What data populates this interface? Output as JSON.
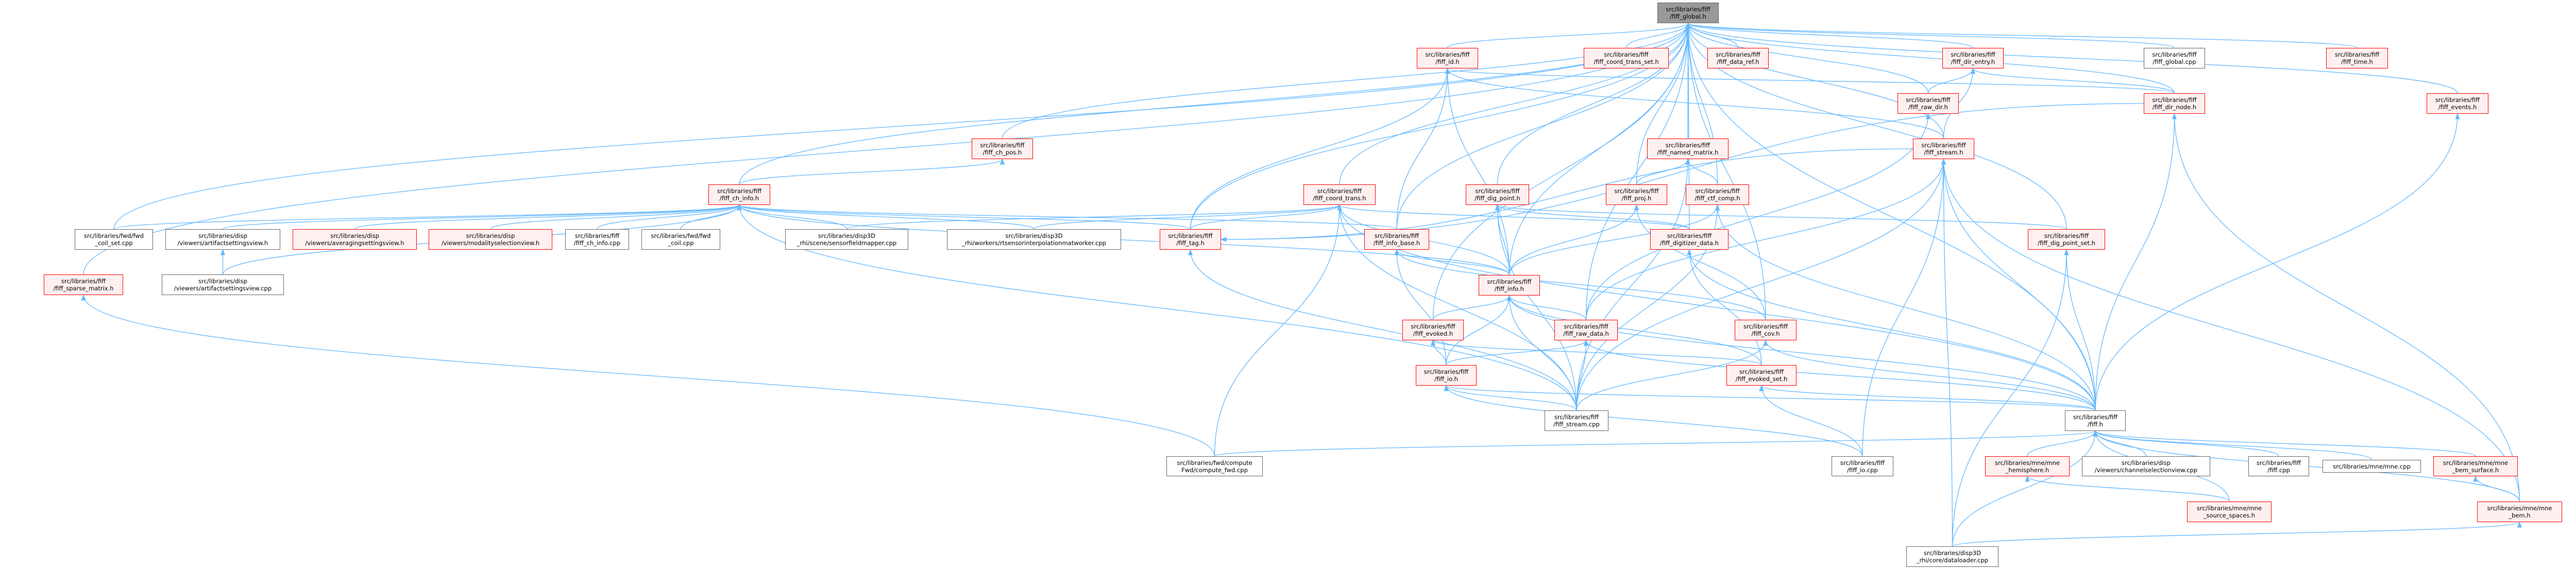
{
  "colors": {
    "edge": "#63b8ff",
    "red_border": "#ff0000",
    "red_fill": "#fff0f0",
    "root_fill": "#999999",
    "plain_border": "#666666"
  },
  "graph": {
    "nodes": [
      {
        "id": "global",
        "label": "src/libraries/fiff\n/fiff_global.h",
        "style": "root"
      },
      {
        "id": "id",
        "label": "src/libraries/fiff\n/fiff_id.h",
        "style": "red"
      },
      {
        "id": "coord_trans_set",
        "label": "src/libraries/fiff\n/fiff_coord_trans_set.h",
        "style": "red"
      },
      {
        "id": "data_ref",
        "label": "src/libraries/fiff\n/fiff_data_ref.h",
        "style": "red"
      },
      {
        "id": "dir_entry",
        "label": "src/libraries/fiff\n/fiff_dir_entry.h",
        "style": "red"
      },
      {
        "id": "global_cpp",
        "label": "src/libraries/fiff\n/fiff_global.cpp",
        "style": "plain"
      },
      {
        "id": "time",
        "label": "src/libraries/fiff\n/fiff_time.h",
        "style": "red"
      },
      {
        "id": "raw_dir",
        "label": "src/libraries/fiff\n/fiff_raw_dir.h",
        "style": "red"
      },
      {
        "id": "dir_node",
        "label": "src/libraries/fiff\n/fiff_dir_node.h",
        "style": "red"
      },
      {
        "id": "events",
        "label": "src/libraries/fiff\n/fiff_events.h",
        "style": "red"
      },
      {
        "id": "ch_pos",
        "label": "src/libraries/fiff\n/fiff_ch_pos.h",
        "style": "red"
      },
      {
        "id": "named_matrix",
        "label": "src/libraries/fiff\n/fiff_named_matrix.h",
        "style": "red"
      },
      {
        "id": "stream_h",
        "label": "src/libraries/fiff\n/fiff_stream.h",
        "style": "red"
      },
      {
        "id": "ch_info",
        "label": "src/libraries/fiff\n/fiff_ch_info.h",
        "style": "red"
      },
      {
        "id": "coord_trans",
        "label": "src/libraries/fiff\n/fiff_coord_trans.h",
        "style": "red"
      },
      {
        "id": "dig_point",
        "label": "src/libraries/fiff\n/fiff_dig_point.h",
        "style": "red"
      },
      {
        "id": "proj",
        "label": "src/libraries/fiff\n/fiff_proj.h",
        "style": "red"
      },
      {
        "id": "ctf_comp",
        "label": "src/libraries/fiff\n/fiff_ctf_comp.h",
        "style": "red"
      },
      {
        "id": "fwd_coil_set",
        "label": "src/libraries/fwd/fwd\n_coil_set.cpp",
        "style": "plain"
      },
      {
        "id": "artifact_h",
        "label": "src/libraries/disp\n/viewers/artifactsettingsview.h",
        "style": "plain"
      },
      {
        "id": "averaging",
        "label": "src/libraries/disp\n/viewers/averagingsettingsview.h",
        "style": "red"
      },
      {
        "id": "modality",
        "label": "src/libraries/disp\n/viewers/modalityselectionview.h",
        "style": "red"
      },
      {
        "id": "ch_info_cpp",
        "label": "src/libraries/fiff\n/fiff_ch_info.cpp",
        "style": "plain"
      },
      {
        "id": "fwd_coil",
        "label": "src/libraries/fwd/fwd\n_coil.cpp",
        "style": "plain"
      },
      {
        "id": "sensorfield",
        "label": "src/libraries/disp3D\n_rhi/scene/sensorfieldmapper.cpp",
        "style": "plain"
      },
      {
        "id": "rtsensor",
        "label": "src/libraries/disp3D\n_rhi/workers/rtsensorinterpolationmatworker.cpp",
        "style": "plain"
      },
      {
        "id": "tag",
        "label": "src/libraries/fiff\n/fiff_tag.h",
        "style": "red"
      },
      {
        "id": "info_base",
        "label": "src/libraries/fiff\n/fiff_info_base.h",
        "style": "red"
      },
      {
        "id": "digitizer",
        "label": "src/libraries/fiff\n/fiff_digitizer_data.h",
        "style": "red"
      },
      {
        "id": "dig_point_set",
        "label": "src/libraries/fiff\n/fiff_dig_point_set.h",
        "style": "red"
      },
      {
        "id": "sparse",
        "label": "src/libraries/fiff\n/fiff_sparse_matrix.h",
        "style": "red"
      },
      {
        "id": "artifact_cpp",
        "label": "src/libraries/disp\n/viewers/artifactsettingsview.cpp",
        "style": "plain"
      },
      {
        "id": "info",
        "label": "src/libraries/fiff\n/fiff_info.h",
        "style": "red"
      },
      {
        "id": "evoked",
        "label": "src/libraries/fiff\n/fiff_evoked.h",
        "style": "red"
      },
      {
        "id": "raw_data",
        "label": "src/libraries/fiff\n/fiff_raw_data.h",
        "style": "red"
      },
      {
        "id": "cov",
        "label": "src/libraries/fiff\n/fiff_cov.h",
        "style": "red"
      },
      {
        "id": "io_h",
        "label": "src/libraries/fiff\n/fiff_io.h",
        "style": "red"
      },
      {
        "id": "evoked_set",
        "label": "src/libraries/fiff\n/fiff_evoked_set.h",
        "style": "red"
      },
      {
        "id": "stream_cpp",
        "label": "src/libraries/fiff\n/fiff_stream.cpp",
        "style": "plain"
      },
      {
        "id": "fiff_h",
        "label": "src/libraries/fiff\n/fiff.h",
        "style": "plain"
      },
      {
        "id": "compute_fwd",
        "label": "src/libraries/fwd/compute\nFwd/compute_fwd.cpp",
        "style": "plain"
      },
      {
        "id": "io_cpp",
        "label": "src/libraries/fiff\n/fiff_io.cpp",
        "style": "plain"
      },
      {
        "id": "hemisphere",
        "label": "src/libraries/mne/mne\n_hemisphere.h",
        "style": "red"
      },
      {
        "id": "chansel",
        "label": "src/libraries/disp\n/viewers/channelselectionview.cpp",
        "style": "plain"
      },
      {
        "id": "fiff_cpp",
        "label": "src/libraries/fiff\n/fiff.cpp",
        "style": "plain"
      },
      {
        "id": "mne_cpp",
        "label": "src/libraries/mne/mne.cpp",
        "style": "plain"
      },
      {
        "id": "bem_surface",
        "label": "src/libraries/mne/mne\n_bem_surface.h",
        "style": "red"
      },
      {
        "id": "source_spaces",
        "label": "src/libraries/mne/mne\n_source_spaces.h",
        "style": "red"
      },
      {
        "id": "bem",
        "label": "src/libraries/mne/mne\n_bem.h",
        "style": "red"
      },
      {
        "id": "dataloader",
        "label": "src/libraries/disp3D\n_rhi/core/dataloader.cpp",
        "style": "plain"
      }
    ],
    "edges": [
      [
        "id",
        "global"
      ],
      [
        "coord_trans_set",
        "global"
      ],
      [
        "data_ref",
        "global"
      ],
      [
        "dir_entry",
        "global"
      ],
      [
        "global_cpp",
        "global"
      ],
      [
        "time",
        "global"
      ],
      [
        "raw_dir",
        "global"
      ],
      [
        "dir_node",
        "global"
      ],
      [
        "events",
        "global"
      ],
      [
        "ch_pos",
        "global"
      ],
      [
        "named_matrix",
        "global"
      ],
      [
        "stream_h",
        "global"
      ],
      [
        "ch_info",
        "global"
      ],
      [
        "coord_trans",
        "global"
      ],
      [
        "dig_point",
        "global"
      ],
      [
        "proj",
        "global"
      ],
      [
        "ctf_comp",
        "global"
      ],
      [
        "tag",
        "global"
      ],
      [
        "info_base",
        "global"
      ],
      [
        "digitizer",
        "global"
      ],
      [
        "dig_point_set",
        "global"
      ],
      [
        "sparse",
        "global"
      ],
      [
        "info",
        "global"
      ],
      [
        "cov",
        "global"
      ],
      [
        "fiff_h",
        "global"
      ],
      [
        "fwd_coil_set",
        "global"
      ],
      [
        "evoked",
        "global"
      ],
      [
        "raw_data",
        "global"
      ],
      [
        "raw_dir",
        "dir_entry"
      ],
      [
        "stream_h",
        "dir_entry"
      ],
      [
        "dir_node",
        "dir_entry"
      ],
      [
        "stream_h",
        "id"
      ],
      [
        "dir_node",
        "id"
      ],
      [
        "tag",
        "id"
      ],
      [
        "info_base",
        "id"
      ],
      [
        "info",
        "id"
      ],
      [
        "stream_h",
        "tag"
      ],
      [
        "dir_node",
        "tag"
      ],
      [
        "raw_data",
        "raw_dir"
      ],
      [
        "ch_info",
        "ch_pos"
      ],
      [
        "tag",
        "ch_info"
      ],
      [
        "tag",
        "coord_trans"
      ],
      [
        "fwd_coil_set",
        "ch_info"
      ],
      [
        "artifact_h",
        "ch_info"
      ],
      [
        "averaging",
        "ch_info"
      ],
      [
        "modality",
        "ch_info"
      ],
      [
        "ch_info_cpp",
        "ch_info"
      ],
      [
        "fwd_coil",
        "ch_info"
      ],
      [
        "sensorfield",
        "ch_info"
      ],
      [
        "rtsensor",
        "ch_info"
      ],
      [
        "sensorfield",
        "coord_trans"
      ],
      [
        "rtsensor",
        "coord_trans"
      ],
      [
        "artifact_cpp",
        "artifact_h"
      ],
      [
        "artifact_cpp",
        "ch_info"
      ],
      [
        "proj",
        "named_matrix"
      ],
      [
        "ctf_comp",
        "named_matrix"
      ],
      [
        "info_base",
        "ch_info"
      ],
      [
        "info",
        "info_base"
      ],
      [
        "info",
        "dig_point"
      ],
      [
        "info",
        "proj"
      ],
      [
        "info",
        "ctf_comp"
      ],
      [
        "info",
        "coord_trans"
      ],
      [
        "info",
        "ch_info"
      ],
      [
        "digitizer",
        "dig_point"
      ],
      [
        "digitizer",
        "coord_trans"
      ],
      [
        "evoked",
        "info"
      ],
      [
        "raw_data",
        "info"
      ],
      [
        "raw_data",
        "stream_h"
      ],
      [
        "cov",
        "proj"
      ],
      [
        "cov",
        "info_base"
      ],
      [
        "io_h",
        "evoked"
      ],
      [
        "io_h",
        "info"
      ],
      [
        "io_h",
        "raw_data"
      ],
      [
        "io_h",
        "info_base"
      ],
      [
        "evoked_set",
        "evoked"
      ],
      [
        "evoked_set",
        "info"
      ],
      [
        "evoked_set",
        "digitizer"
      ],
      [
        "stream_cpp",
        "stream_h"
      ],
      [
        "stream_cpp",
        "info"
      ],
      [
        "stream_cpp",
        "raw_data"
      ],
      [
        "stream_cpp",
        "dig_point"
      ],
      [
        "stream_cpp",
        "tag"
      ],
      [
        "stream_cpp",
        "ch_info"
      ],
      [
        "stream_cpp",
        "named_matrix"
      ],
      [
        "stream_cpp",
        "ctf_comp"
      ],
      [
        "stream_cpp",
        "cov"
      ],
      [
        "stream_cpp",
        "coord_trans"
      ],
      [
        "stream_cpp",
        "io_h"
      ],
      [
        "io_cpp",
        "evoked_set"
      ],
      [
        "io_cpp",
        "stream_h"
      ],
      [
        "io_cpp",
        "io_h"
      ],
      [
        "dig_point_set",
        "dig_point"
      ],
      [
        "fiff_h",
        "dig_point_set"
      ],
      [
        "fiff_h",
        "dir_node"
      ],
      [
        "fiff_h",
        "evoked_set"
      ],
      [
        "fiff_h",
        "cov"
      ],
      [
        "fiff_h",
        "stream_h"
      ],
      [
        "fiff_h",
        "info"
      ],
      [
        "fiff_h",
        "raw_data"
      ],
      [
        "fiff_h",
        "events"
      ],
      [
        "fiff_h",
        "io_h"
      ],
      [
        "fiff_h",
        "coord_trans"
      ],
      [
        "fiff_h",
        "ctf_comp"
      ],
      [
        "fiff_h",
        "digitizer"
      ],
      [
        "compute_fwd",
        "coord_trans"
      ],
      [
        "compute_fwd",
        "sparse"
      ],
      [
        "compute_fwd",
        "fiff_h"
      ],
      [
        "hemisphere",
        "fiff_h"
      ],
      [
        "chansel",
        "fiff_h"
      ],
      [
        "fiff_cpp",
        "fiff_h"
      ],
      [
        "mne_cpp",
        "fiff_h"
      ],
      [
        "bem_surface",
        "fiff_h"
      ],
      [
        "source_spaces",
        "hemisphere"
      ],
      [
        "source_spaces",
        "fiff_h"
      ],
      [
        "bem",
        "bem_surface"
      ],
      [
        "bem",
        "fiff_h"
      ],
      [
        "bem",
        "dir_node"
      ],
      [
        "bem",
        "stream_h"
      ],
      [
        "dataloader",
        "stream_h"
      ],
      [
        "dataloader",
        "fiff_h"
      ],
      [
        "dataloader",
        "bem"
      ],
      [
        "dataloader",
        "dig_point_set"
      ]
    ]
  }
}
